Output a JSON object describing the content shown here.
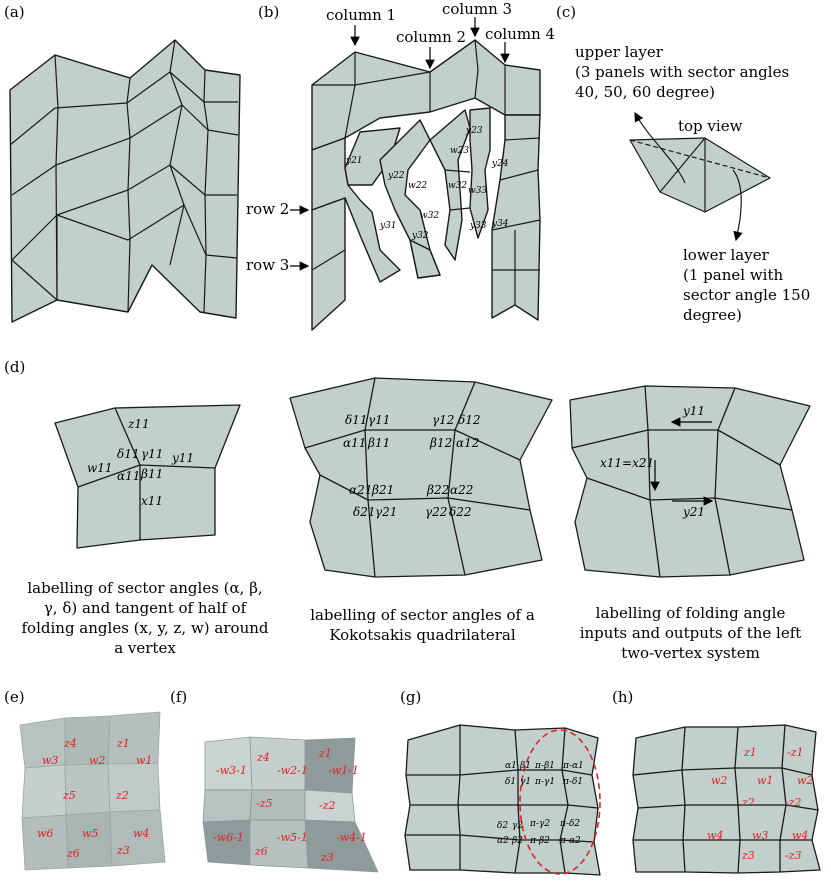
{
  "panels": {
    "a": "(a)",
    "b": "(b)",
    "c": "(c)",
    "d": "(d)",
    "e": "(e)",
    "f": "(f)",
    "g": "(g)",
    "h": "(h)"
  },
  "b": {
    "columns": [
      "column 1",
      "column 2",
      "column 3",
      "column 4"
    ],
    "rows": [
      "row 2",
      "row 3"
    ],
    "labels": [
      "y21",
      "y22",
      "w22",
      "y23",
      "w23",
      "w32",
      "w33",
      "y24",
      "y31",
      "y32",
      "w32",
      "y33",
      "y34"
    ]
  },
  "c": {
    "upper": "upper layer",
    "upper_desc": "(3 panels with sector angles 40, 50, 60 degree)",
    "top_view": "top view",
    "lower": "lower layer",
    "lower_desc": "(1 panel with sector angle 150 degree)"
  },
  "d": {
    "vertex_labels": [
      "z11",
      "w11",
      "δ11",
      "γ11",
      "y11",
      "α11",
      "β11",
      "x11"
    ],
    "quad_labels": [
      "δ11",
      "γ11",
      "γ12",
      "δ12",
      "α11",
      "β11",
      "β12",
      "α12",
      "α21",
      "β21",
      "β22",
      "α22",
      "δ21",
      "γ21",
      "γ22",
      "δ22"
    ],
    "system_labels": [
      "y11",
      "x11=x21",
      "y21"
    ],
    "caption_left": "labelling of sector angles (α, β, γ, δ) and tangent of half of folding angles (x, y, z, w) around a vertex",
    "caption_mid": "labelling of sector angles of a Kokotsakis quadrilateral",
    "caption_right": "labelling of folding angle inputs and outputs of the left two-vertex system"
  },
  "e": {
    "labels": [
      "z4",
      "z1",
      "w3",
      "w2",
      "w1",
      "z5",
      "z2",
      "w6",
      "w5",
      "w4",
      "z6",
      "z3"
    ]
  },
  "f": {
    "labels": [
      "z4",
      "z1",
      "-w3-1",
      "-w2-1",
      "-w1-1",
      "-z5",
      "-z2",
      "-w6-1",
      "-w5-1",
      "-w4-1",
      "z6",
      "z3"
    ]
  },
  "g": {
    "labels": [
      "α1",
      "β1",
      "π-β1",
      "π-α1",
      "δ1",
      "γ1",
      "π-γ1",
      "π-δ1",
      "π-γ2",
      "π-δ2",
      "δ2",
      "γ2",
      "α2",
      "β2",
      "π-β2",
      "π-α2"
    ]
  },
  "h": {
    "labels": [
      "z1",
      "-z1",
      "w2",
      "w1",
      "w2",
      "z2",
      "-z2",
      "w4",
      "w3",
      "w4",
      "z3",
      "-z3"
    ]
  },
  "colors": {
    "panel_fill": "#c1cfcd",
    "stroke": "#1a1a1a",
    "red": "#e32222"
  }
}
